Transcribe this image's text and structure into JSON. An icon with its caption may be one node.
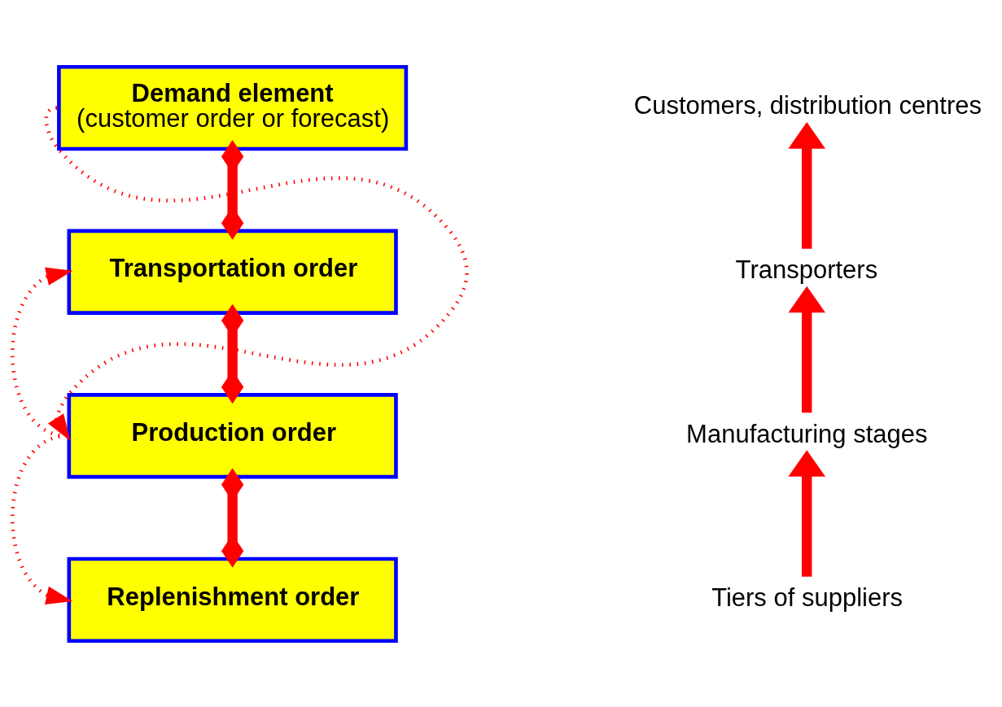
{
  "diagram": {
    "nodes": [
      {
        "text": [
          "Demand element",
          "(customer order or forecast)"
        ]
      },
      {
        "text": [
          "Transportation order"
        ]
      },
      {
        "text": [
          "Production order"
        ]
      },
      {
        "text": [
          "Replenishment order"
        ]
      },
      {
        "text": [
          "Customers, distribution centres"
        ]
      },
      {
        "text": [
          "Transporters"
        ]
      },
      {
        "text": [
          "Manufacturing stages"
        ]
      },
      {
        "text": [
          "Tiers of suppliers"
        ]
      }
    ],
    "edges": [
      {
        "from": 0,
        "to": 1,
        "arrow": "other"
      },
      {
        "from": 1,
        "to": 2,
        "arrow": "other"
      },
      {
        "from": 2,
        "to": 3,
        "arrow": "other"
      },
      {
        "from": 0,
        "to": 2,
        "arrow": "to",
        "style": "dashed"
      },
      {
        "from": 2,
        "to": 1,
        "arrow": "to",
        "style": "dashed"
      },
      {
        "from": 2,
        "to": 3,
        "arrow": "to",
        "style": "dashed"
      },
      {
        "from": 7,
        "to": 6,
        "arrow": "to"
      },
      {
        "from": 6,
        "to": 5,
        "arrow": "to"
      },
      {
        "from": 5,
        "to": 4,
        "arrow": "to"
      }
    ]
  }
}
